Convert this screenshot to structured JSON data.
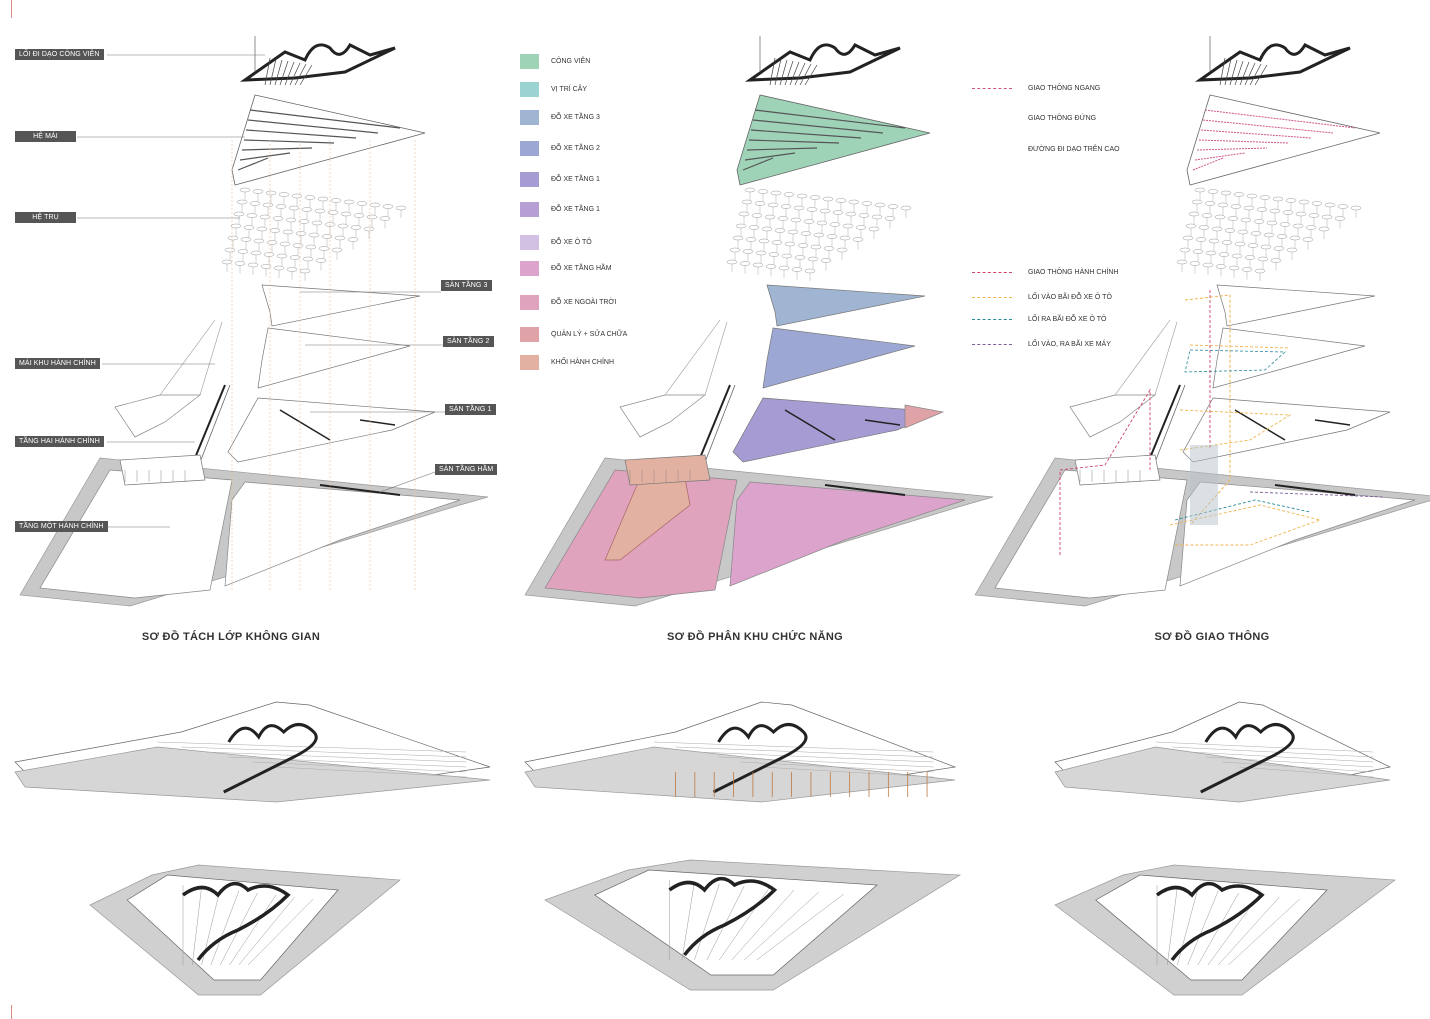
{
  "layer_diagram": {
    "title": "SƠ ĐỒ TÁCH LỚP KHÔNG GIAN",
    "left_labels": [
      "LỐI ĐI DẠO CÔNG VIÊN",
      "HỆ MÁI",
      "HỆ TRỤ",
      "MÁI KHU HÀNH CHÍNH",
      "TẦNG HAI HÀNH CHÍNH",
      "TẦNG MỘT HÀNH CHÍNH"
    ],
    "right_labels": [
      "SÀN TẦNG 3",
      "SÀN TẦNG 2",
      "SÀN TẦNG 1",
      "SÀN TẦNG HẦM"
    ]
  },
  "function_diagram": {
    "title": "SƠ ĐỒ PHÂN KHU CHỨC NĂNG",
    "legend": [
      {
        "label": "CÔNG VIÊN",
        "color": "#9fd3b8"
      },
      {
        "label": "VỊ TRÍ CÂY",
        "color": "#9bd3d3"
      },
      {
        "label": "ĐỖ XE TẦNG 3",
        "color": "#9fb5d2"
      },
      {
        "label": "ĐỖ XE TẦNG 2",
        "color": "#9da7d4"
      },
      {
        "label": "ĐỖ XE TẦNG 1",
        "color": "#a69bd3"
      },
      {
        "label": "ĐỖ XE TẦNG 1",
        "color": "#b69fd3"
      },
      {
        "label": "ĐỖ XE Ô TÔ",
        "color": "#d3c1e3"
      },
      {
        "label": "ĐỖ XE TẦNG HẦM",
        "color": "#dca3cd"
      },
      {
        "label": "ĐỖ XE NGOÀI TRỜI",
        "color": "#dfa3bd"
      },
      {
        "label": "QUẢN LÝ + SỬA CHỮA",
        "color": "#dfa2a6"
      },
      {
        "label": "KHỐI HÀNH CHÍNH",
        "color": "#e2b1a1"
      }
    ]
  },
  "traffic_diagram": {
    "title": "SƠ ĐỒ GIAO THÔNG",
    "legend_top": [
      {
        "label": "GIAO THÔNG NGANG",
        "color": "#d0548a",
        "dashed": true
      },
      {
        "label": "GIAO THÔNG ĐỨNG",
        "color": "",
        "dashed": false
      },
      {
        "label": "ĐƯỜNG ĐI DẠO TRÊN CAO",
        "color": "",
        "dashed": false
      }
    ],
    "legend_bottom": [
      {
        "label": "GIAO THÔNG HÀNH CHÍNH",
        "color": "#cf4566"
      },
      {
        "label": "LỐI VÀO  BÃI ĐỖ XE Ô TÔ",
        "color": "#f0b550"
      },
      {
        "label": "LỐI RA BÃI ĐỖ XE Ô TÔ",
        "color": "#2b8a9c"
      },
      {
        "label": "LỐI VÀO, RA BÃI XE MÁY",
        "color": "#7c5c9c"
      }
    ]
  }
}
